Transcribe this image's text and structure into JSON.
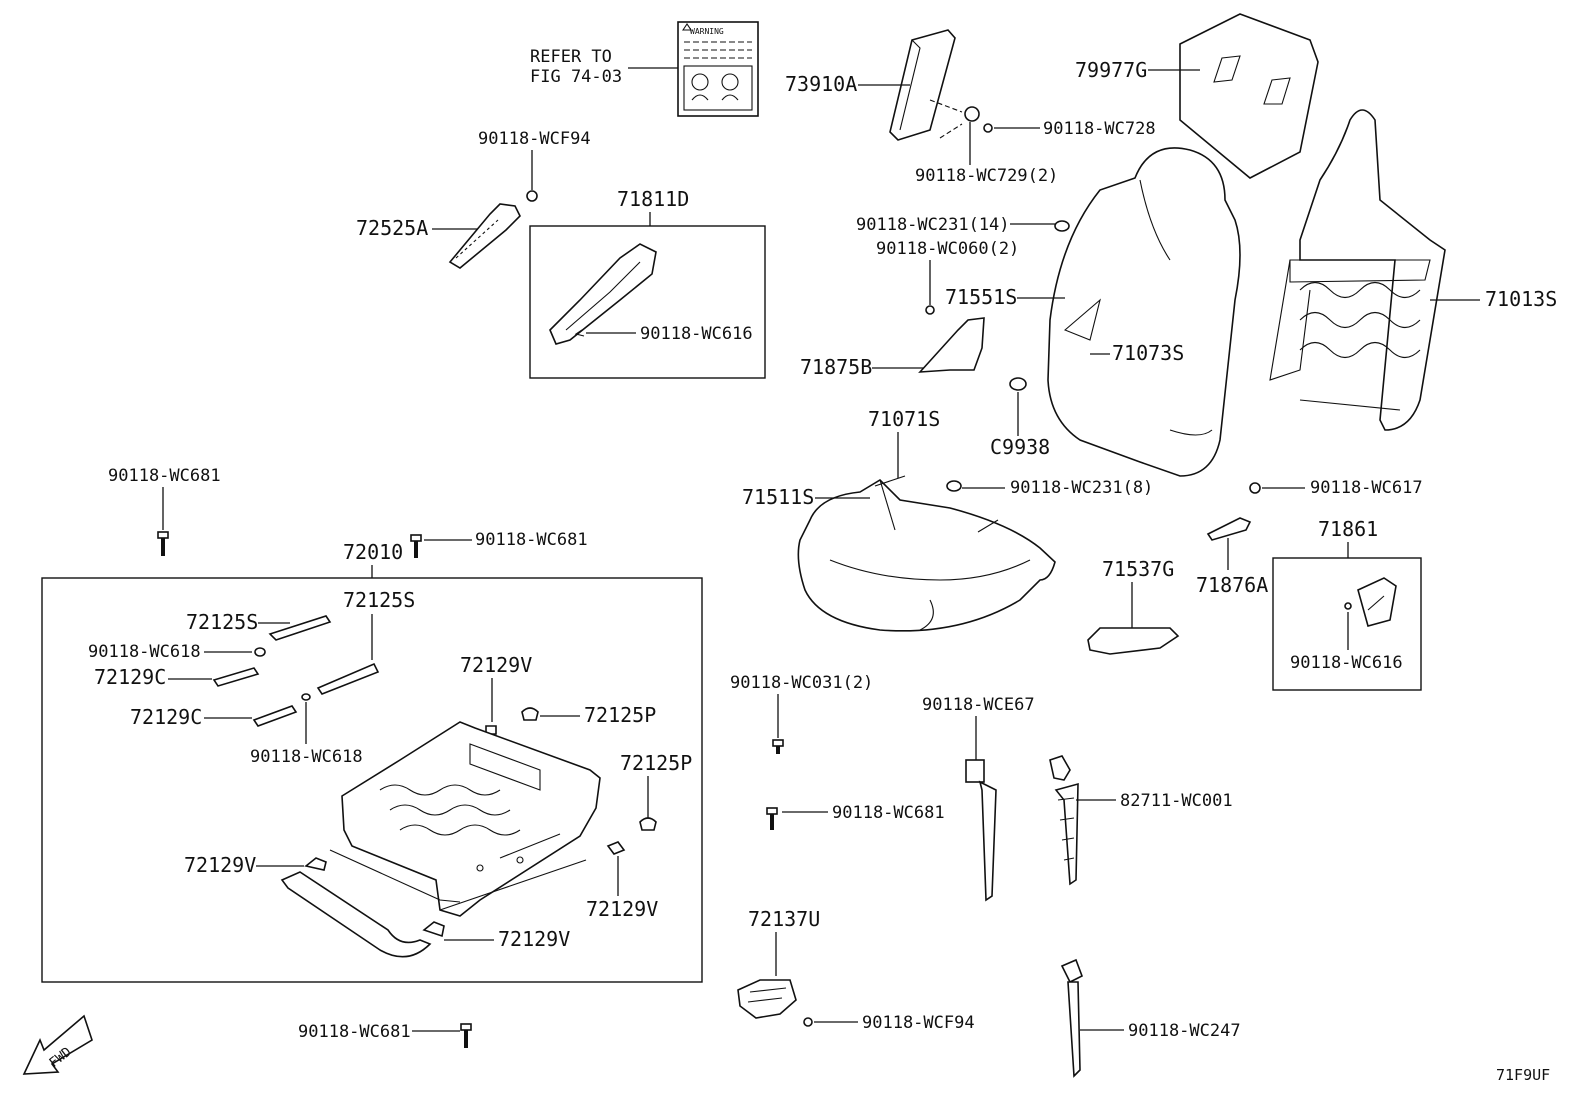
{
  "diagram_code": "71F9UF",
  "fwd_label": "FWD",
  "warning_label": {
    "header": "WARNING",
    "refer_line1": "REFER TO",
    "refer_line2": "FIG 74-03"
  },
  "parts": {
    "p73910A": "73910A",
    "p79977G": "79977G",
    "p90118_WC728": "90118-WC728",
    "p90118_WC729_2": "90118-WC729(2)",
    "p90118_WCF94_top": "90118-WCF94",
    "p72525A": "72525A",
    "p71811D": "71811D",
    "p90118_WC616_a": "90118-WC616",
    "p90118_WC231_14": "90118-WC231(14)",
    "p90118_WC060_2": "90118-WC060(2)",
    "p71551S": "71551S",
    "p71013S": "71013S",
    "p71073S": "71073S",
    "p71875B": "71875B",
    "p71071S": "71071S",
    "pC9938": "C9938",
    "p71511S": "71511S",
    "p90118_WC231_8": "90118-WC231(8)",
    "p90118_WC617": "90118-WC617",
    "p90118_WC681_a": "90118-WC681",
    "p90118_WC681_b": "90118-WC681",
    "p72010": "72010",
    "p72125S_a": "72125S",
    "p72125S_b": "72125S",
    "p90118_WC618_a": "90118-WC618",
    "p72129C_a": "72129C",
    "p72129C_b": "72129C",
    "p90118_WC618_b": "90118-WC618",
    "p72129V_a": "72129V",
    "p72125P_a": "72125P",
    "p72125P_b": "72125P",
    "p72129V_b": "72129V",
    "p72129V_c": "72129V",
    "p72129V_d": "72129V",
    "p71537G": "71537G",
    "p71876A": "71876A",
    "p71861": "71861",
    "p90118_WC616_b": "90118-WC616",
    "p90118_WC031_2": "90118-WC031(2)",
    "p90118_WCE67": "90118-WCE67",
    "p82711_WC001": "82711-WC001",
    "p90118_WC681_c": "90118-WC681",
    "p72137U": "72137U",
    "p90118_WCF94_bot": "90118-WCF94",
    "p90118_WC247": "90118-WC247",
    "p90118_WC681_d": "90118-WC681"
  }
}
